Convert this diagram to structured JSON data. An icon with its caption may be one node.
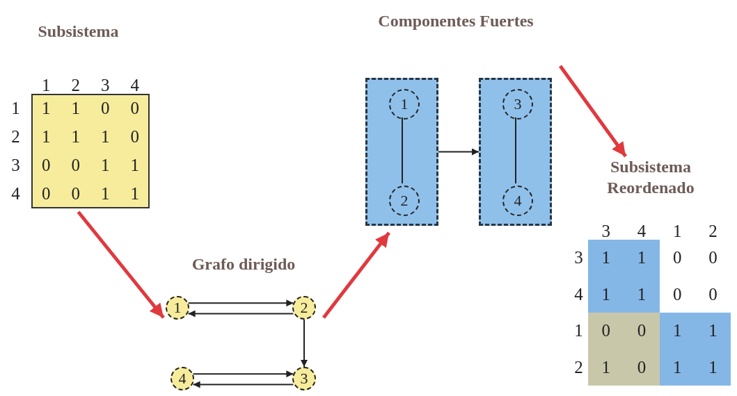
{
  "diagram": {
    "nodes": [
      {
        "text": [
          "Subsistema"
        ]
      },
      {
        "text": [
          "Grafo dirigido"
        ]
      },
      {
        "text": [
          "1"
        ],
        "in": 1
      },
      {
        "text": [
          "2"
        ],
        "in": 1
      },
      {
        "text": [
          "4"
        ],
        "in": 1
      },
      {
        "text": [
          "3"
        ],
        "in": 1
      },
      {
        "text": [
          "Componentes Fuertes"
        ]
      },
      {
        "text": [],
        "shape": "box",
        "in": 6
      },
      {
        "text": [
          "1"
        ],
        "in": 7
      },
      {
        "text": [
          "2"
        ],
        "in": 7
      },
      {
        "text": [],
        "shape": "box",
        "in": 6
      },
      {
        "text": [
          "3"
        ],
        "in": 10
      },
      {
        "text": [
          "4"
        ],
        "in": 10
      },
      {
        "text": [
          "Subsistema Reordenado"
        ]
      }
    ],
    "edges": [
      {
        "from": 0,
        "to": 1,
        "arrow": "to",
        "style": "thick",
        "color": "#e0393e"
      },
      {
        "from": 2,
        "to": 3,
        "arrow": "to"
      },
      {
        "from": 3,
        "to": 2,
        "arrow": "to"
      },
      {
        "from": 3,
        "to": 5,
        "arrow": "to"
      },
      {
        "from": 4,
        "to": 5,
        "arrow": "to"
      },
      {
        "from": 5,
        "to": 4,
        "arrow": "to"
      },
      {
        "from": 1,
        "to": 6,
        "arrow": "to",
        "style": "thick",
        "color": "#e0393e"
      },
      {
        "from": 8,
        "to": 9,
        "arrow": "none"
      },
      {
        "from": 11,
        "to": 12,
        "arrow": "none"
      },
      {
        "from": 7,
        "to": 10,
        "arrow": "to"
      },
      {
        "from": 6,
        "to": 13,
        "arrow": "to",
        "style": "thick",
        "color": "#e0393e"
      }
    ],
    "labels": [
      "1",
      "2",
      "3",
      "4",
      "1",
      "1",
      "1",
      "0",
      "0",
      "2",
      "1",
      "1",
      "1",
      "0",
      "3",
      "0",
      "0",
      "1",
      "1",
      "4",
      "0",
      "0",
      "1",
      "1",
      "3",
      "4",
      "1",
      "2",
      "3",
      "1",
      "1",
      "0",
      "0",
      "4",
      "1",
      "1",
      "0",
      "0",
      "1",
      "0",
      "0",
      "1",
      "1",
      "2",
      "1",
      "0",
      "1",
      "1"
    ]
  }
}
